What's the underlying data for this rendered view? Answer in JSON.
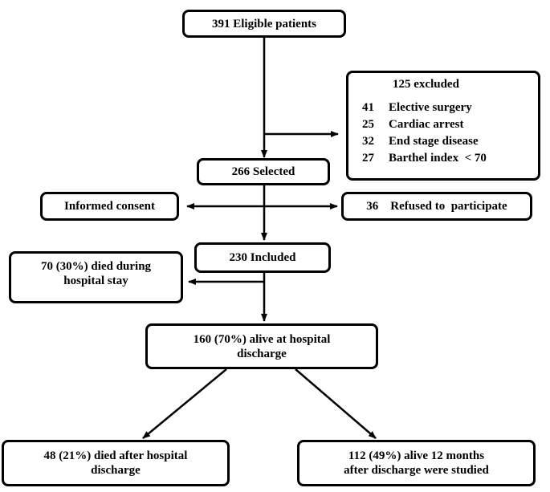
{
  "eligible": "391 Eligible patients",
  "excluded": {
    "title": "125 excluded",
    "items": [
      {
        "count": "41",
        "reason": "Elective surgery"
      },
      {
        "count": "25",
        "reason": "Cardiac arrest"
      },
      {
        "count": "32",
        "reason": "End stage disease"
      },
      {
        "count": "27",
        "reason": "Barthel index  < 70"
      }
    ]
  },
  "selected": "266 Selected",
  "consent": "Informed consent",
  "refused": "36    Refused to  participate",
  "included": "230 Included",
  "died_stay": {
    "line1": "70 (30%) died during",
    "line2": "hospital stay"
  },
  "alive_discharge": {
    "line1": "160 (70%) alive at hospital",
    "line2": "discharge"
  },
  "died_after": {
    "line1": "48 (21%) died after hospital",
    "line2": "discharge"
  },
  "alive_12m": {
    "line1": "112 (49%) alive 12 months",
    "line2": "after discharge were studied"
  }
}
